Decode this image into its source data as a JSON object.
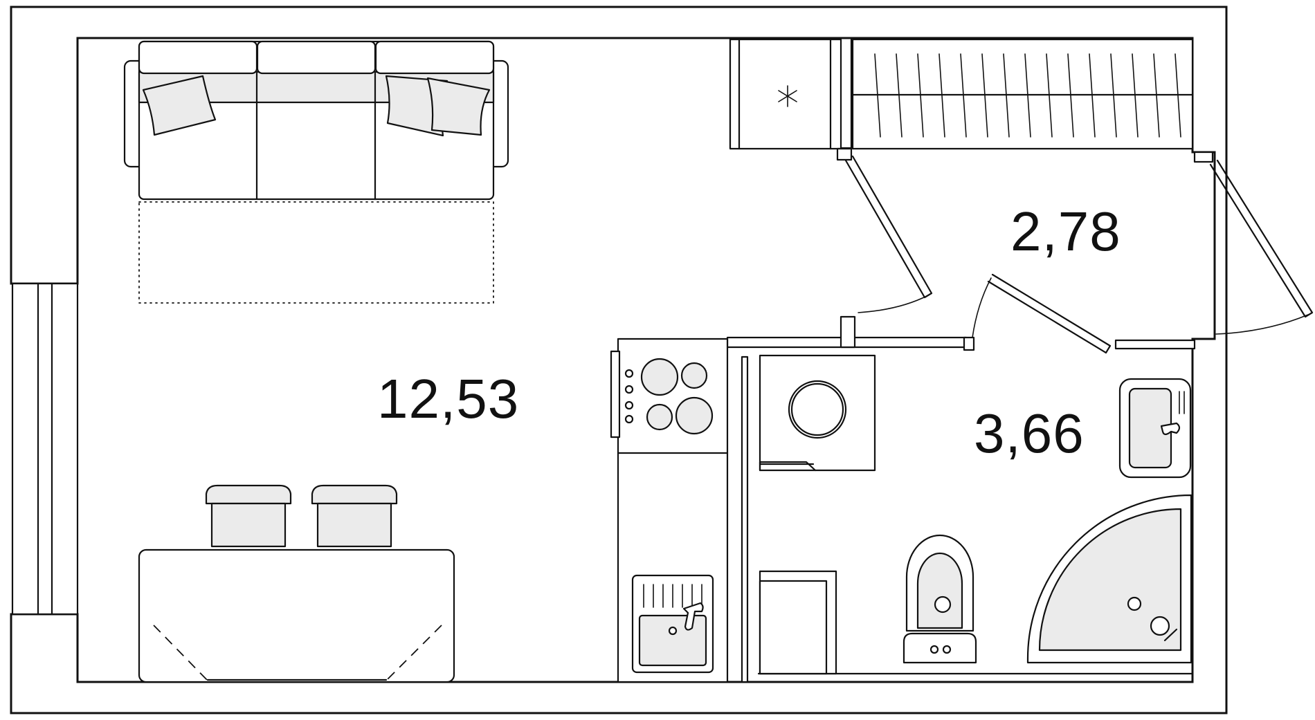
{
  "plan": {
    "rooms": [
      {
        "id": "living-kitchen",
        "area_label": "12,53"
      },
      {
        "id": "hallway",
        "area_label": "2,78"
      },
      {
        "id": "bathroom",
        "area_label": "3,66"
      }
    ]
  }
}
